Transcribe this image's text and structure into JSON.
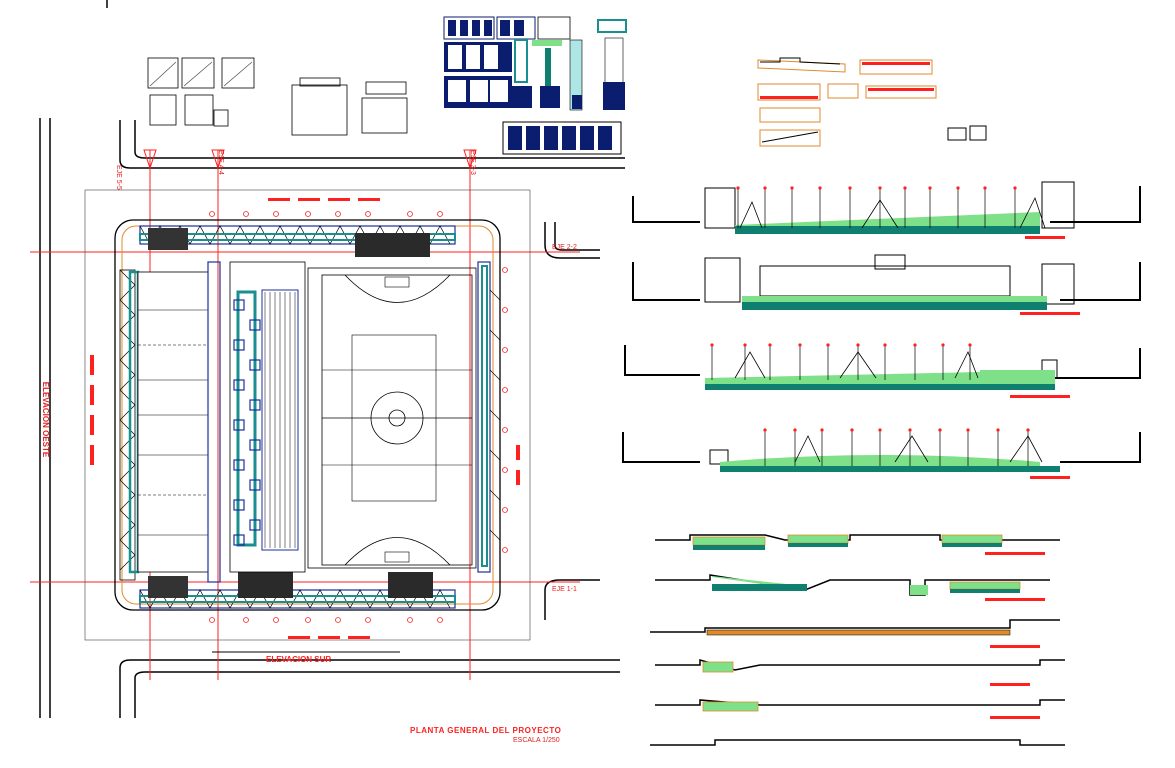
{
  "drawing": {
    "title": "PLANTA GENERAL DEL PROYECTO",
    "scale": "ESCALA 1/250",
    "elevation_west": "ELEVACION OESTE",
    "elevation_south": "ELEVACION SUR",
    "axis_labels": {
      "eje_55": "EJE 5-5",
      "eje_44": "EJE 4-4",
      "eje_33": "EJE 3-3",
      "eje_22": "EJE 2-2",
      "eje_11": "EJE 1-1"
    }
  },
  "colors": {
    "background": "#ffffff",
    "line": "#000000",
    "accent_red": "#ff2020",
    "structure_teal": "#1a8f8f",
    "structure_blue": "#1d2f9c",
    "wall_orange": "#e08a2a",
    "fill_green": "#7fe08a",
    "fill_teal": "#0f8070",
    "detail_navy": "#0b1d6e"
  },
  "icons": [
    "section-cut-marker",
    "axis-bubble",
    "dimension-tick"
  ]
}
